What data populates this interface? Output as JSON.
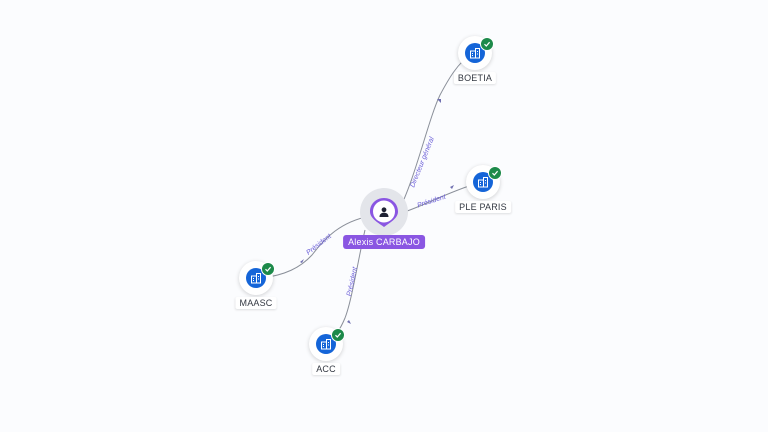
{
  "center": {
    "name": "Alexis CARBAJO",
    "icon": "person-icon",
    "accent": "#8a56e2"
  },
  "companies": [
    {
      "id": "boetia",
      "name": "BOETIA",
      "icon": "building-icon",
      "verified": true
    },
    {
      "id": "ple-paris",
      "name": "PLE PARIS",
      "icon": "building-icon",
      "verified": true
    },
    {
      "id": "maasc",
      "name": "MAASC",
      "icon": "building-icon",
      "verified": true
    },
    {
      "id": "acc",
      "name": "ACC",
      "icon": "building-icon",
      "verified": true
    }
  ],
  "relations": [
    {
      "target": "boetia",
      "label": "Directeur général"
    },
    {
      "target": "ple-paris",
      "label": "Président"
    },
    {
      "target": "maasc",
      "label": "Président"
    },
    {
      "target": "acc",
      "label": "Président"
    }
  ],
  "colors": {
    "company_icon": "#1565d8",
    "verified_badge": "#1d8a4a",
    "edge_label": "#6c5fd8",
    "edge_line": "#8a8f99",
    "background": "#fbfcfe"
  }
}
